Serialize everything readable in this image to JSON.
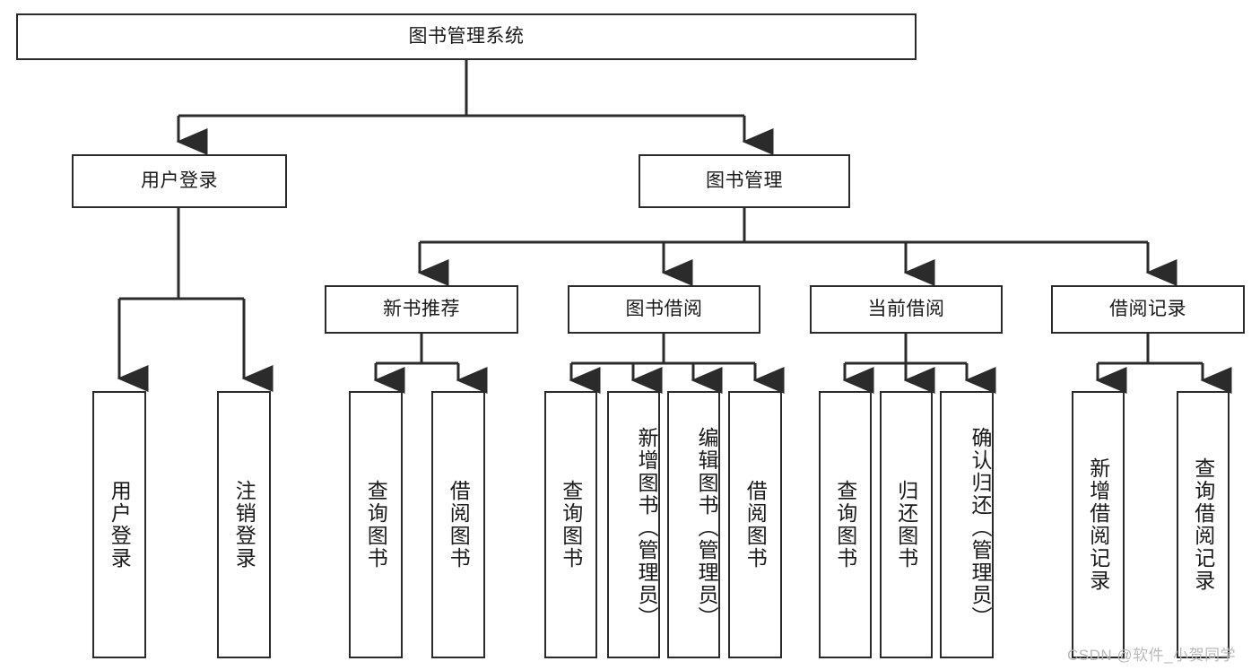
{
  "diagram": {
    "title": "图书管理系统",
    "type": "hierarchy-tree",
    "root": {
      "label": "图书管理系统"
    },
    "level2": [
      {
        "label": "用户登录"
      },
      {
        "label": "图书管理"
      }
    ],
    "level3": [
      {
        "label": "新书推荐"
      },
      {
        "label": "图书借阅"
      },
      {
        "label": "当前借阅"
      },
      {
        "label": "借阅记录"
      }
    ],
    "leaves": {
      "user_login": [
        {
          "label": "用户登录"
        },
        {
          "label": "注销登录"
        }
      ],
      "new_book": [
        {
          "label": "查询图书"
        },
        {
          "label": "借阅图书"
        }
      ],
      "book_borrow": [
        {
          "label": "查询图书"
        },
        {
          "label": "新增图书（管理员）"
        },
        {
          "label": "编辑图书（管理员）"
        },
        {
          "label": "借阅图书"
        }
      ],
      "current_borrow": [
        {
          "label": "查询图书"
        },
        {
          "label": "归还图书"
        },
        {
          "label": "确认归还（管理员）"
        }
      ],
      "borrow_record": [
        {
          "label": "新增借阅记录"
        },
        {
          "label": "查询借阅记录"
        }
      ]
    }
  },
  "watermark": {
    "text": "CSDN @软件_小贺同学"
  },
  "colors": {
    "stroke": "#2b2b2b",
    "background": "#ffffff",
    "text": "#1a1a1a",
    "watermark": "#b9b9b9"
  }
}
